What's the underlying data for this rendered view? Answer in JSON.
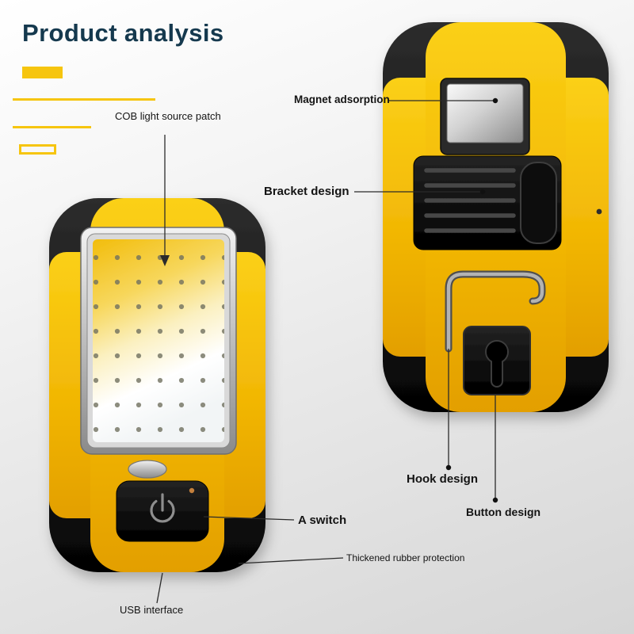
{
  "page": {
    "title": "Product analysis"
  },
  "labels": {
    "cob": "COB light source patch",
    "magnet": "Magnet adsorption",
    "bracket": "Bracket design",
    "hook": "Hook design",
    "button": "Button design",
    "switch": "A switch",
    "rubber": "Thickened rubber protection",
    "usb": "USB interface"
  },
  "icons": {
    "power": "power-icon"
  },
  "colors": {
    "title_text": "#15394e",
    "accent_yellow": "#f6c50f",
    "body_yellow": "#f2b705",
    "rubber_black": "#141414",
    "label_text": "#141414",
    "metal_silver": "#b9b9b9",
    "indicator_amber": "#c4803c"
  }
}
